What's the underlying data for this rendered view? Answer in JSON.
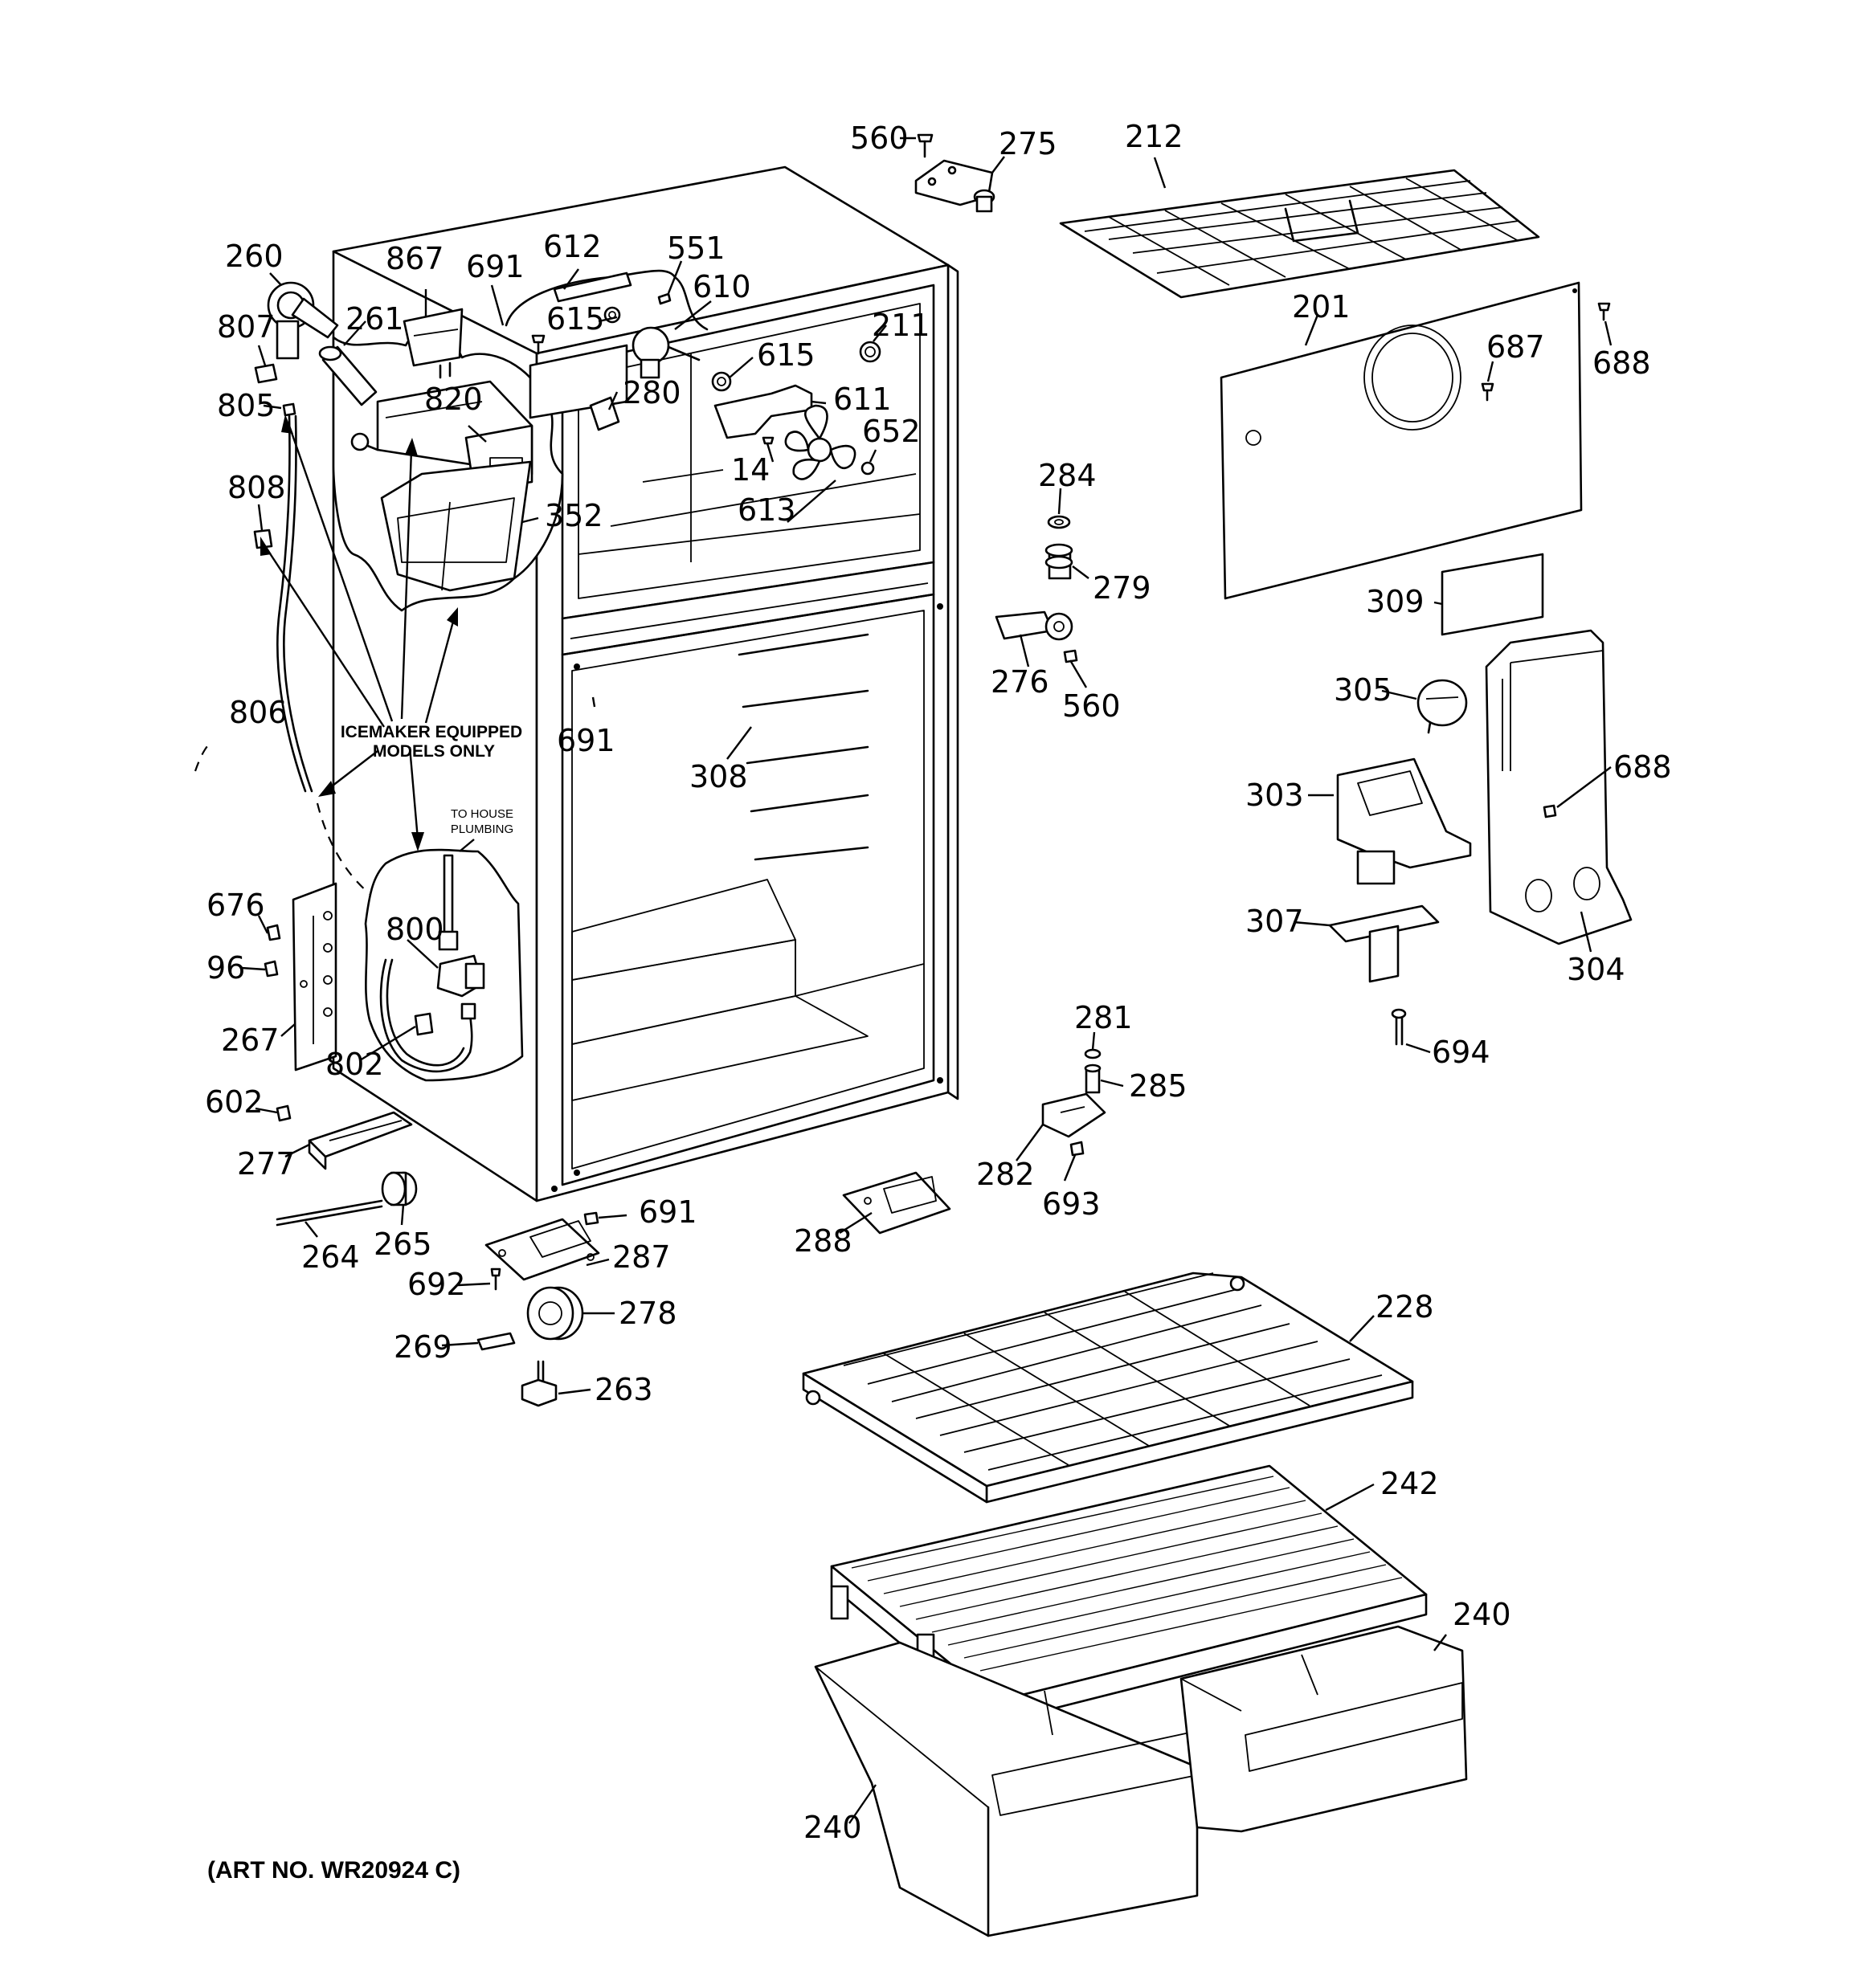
{
  "figure": {
    "art_number": "(ART NO. WR20924 C)",
    "note_icemaker_line1": "ICEMAKER EQUIPPED",
    "note_icemaker_line2": "MODELS ONLY",
    "note_plumbing_line1": "TO HOUSE",
    "note_plumbing_line2": "PLUMBING"
  },
  "labels": {
    "p560a": "560",
    "p275": "275",
    "p212": "212",
    "p260": "260",
    "p867": "867",
    "p691a": "691",
    "p612": "612",
    "p551": "551",
    "p610": "610",
    "p807": "807",
    "p261": "261",
    "p615a": "615",
    "p615b": "615",
    "p211": "211",
    "p201": "201",
    "p687": "687",
    "p688a": "688",
    "p805": "805",
    "p820": "820",
    "p280": "280",
    "p611": "611",
    "p652": "652",
    "p14": "14",
    "p613": "613",
    "p284": "284",
    "p808": "808",
    "p352": "352",
    "p279": "279",
    "p309": "309",
    "p276": "276",
    "p560b": "560",
    "p305": "305",
    "p806": "806",
    "p691b": "691",
    "p308": "308",
    "p303": "303",
    "p688b": "688",
    "p676": "676",
    "p800": "800",
    "p96": "96",
    "p307": "307",
    "p304": "304",
    "p267": "267",
    "p802": "802",
    "p281": "281",
    "p694": "694",
    "p285": "285",
    "p602": "602",
    "p277": "277",
    "p282": "282",
    "p693": "693",
    "p691c": "691",
    "p288": "288",
    "p264": "264",
    "p265": "265",
    "p287": "287",
    "p692": "692",
    "p278": "278",
    "p228": "228",
    "p269": "269",
    "p263": "263",
    "p242": "242",
    "p240a": "240",
    "p240b": "240"
  }
}
